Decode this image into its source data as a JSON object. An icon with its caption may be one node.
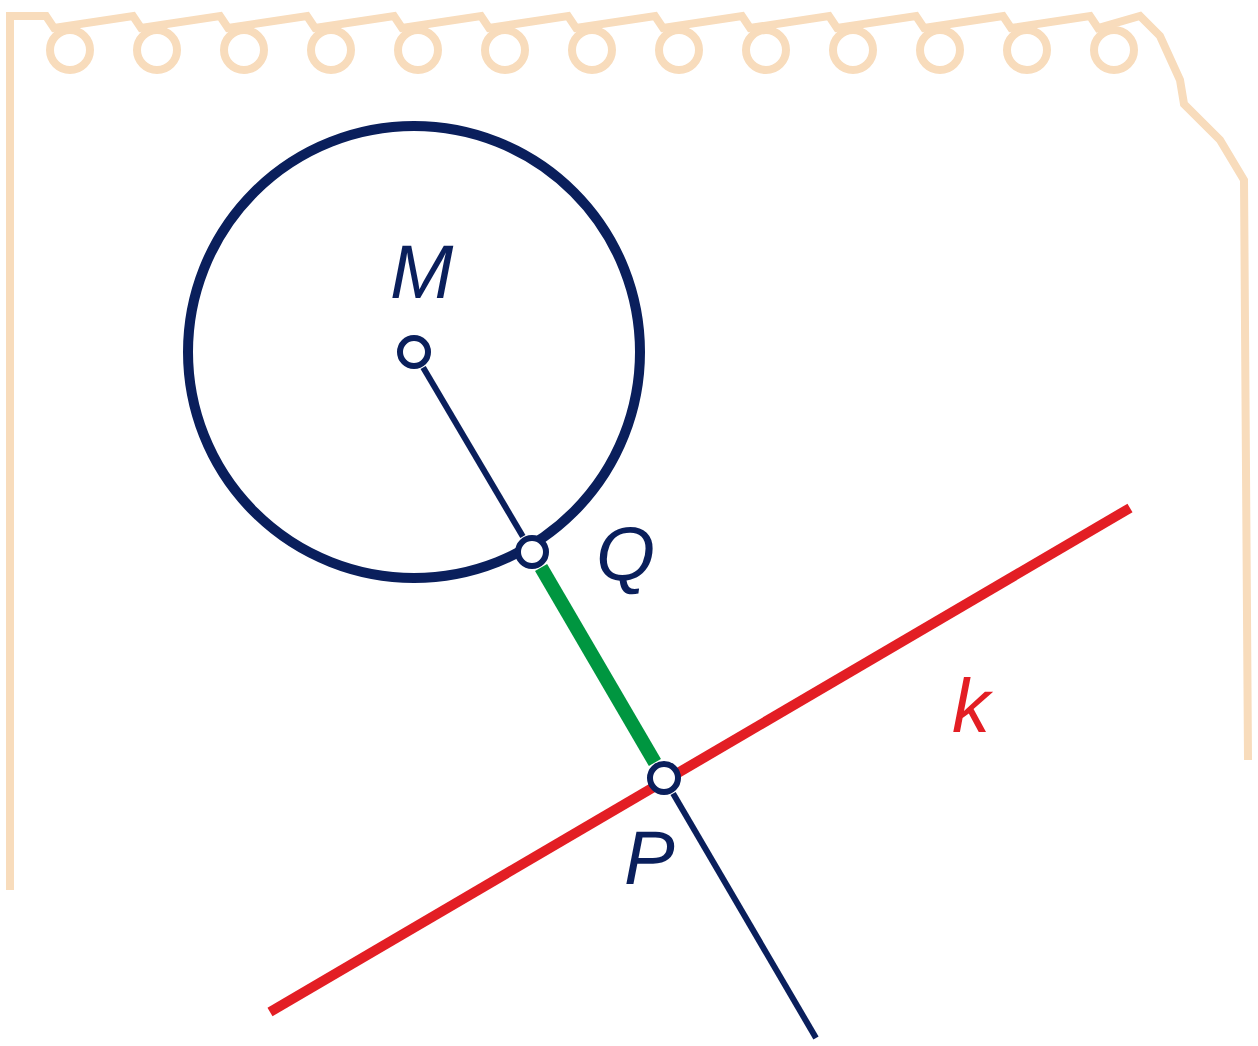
{
  "diagram": {
    "nodes": [
      {
        "text": [],
        "shape": "circle"
      },
      {
        "text": [
          "M"
        ],
        "in": 0
      },
      {
        "text": [
          "Q"
        ]
      },
      {
        "text": [
          "P"
        ]
      }
    ],
    "edges": [
      {
        "from": 1,
        "to": 2,
        "arrow": "none"
      },
      {
        "from": 2,
        "to": 3,
        "arrow": "none",
        "style": "thick",
        "color": "#009640"
      },
      {
        "from": 3,
        "to": null,
        "arrow": "none"
      }
    ],
    "labels": [
      "k"
    ]
  }
}
